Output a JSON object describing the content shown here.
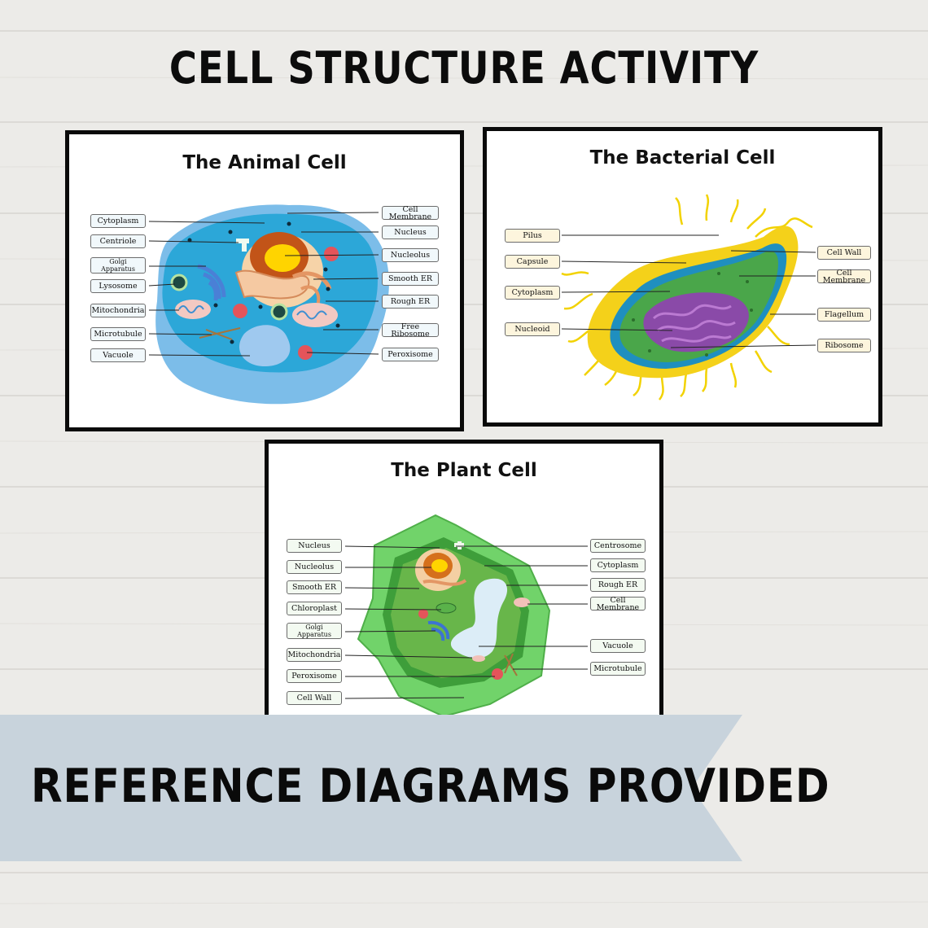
{
  "page": {
    "title": "CELL STRUCTURE ACTIVITY",
    "banner": "REFERENCE DIAGRAMS PROVIDED",
    "colors": {
      "background": "#ecebe8",
      "banner": "#c8d3dc",
      "frame": "#0a0a0a"
    }
  },
  "animal": {
    "title": "The Animal Cell",
    "left_labels": [
      "Cytoplasm",
      "Centriole",
      "Golgi\nApparatus",
      "Lysosome",
      "Mitochondria",
      "Microtubule",
      "Vacuole"
    ],
    "right_labels": [
      "Cell Membrane",
      "Nucleus",
      "Nucleolus",
      "Smooth ER",
      "Rough ER",
      "Free Ribosome",
      "Peroxisome"
    ]
  },
  "bacterial": {
    "title": "The Bacterial Cell",
    "left_labels": [
      "Pilus",
      "Capsule",
      "Cytoplasm",
      "Nucleoid"
    ],
    "right_labels": [
      "Cell Wall",
      "Cell Membrane",
      "Flagellum",
      "Ribosome"
    ]
  },
  "plant": {
    "title": "The Plant Cell",
    "left_labels": [
      "Nucleus",
      "Nucleolus",
      "Smooth ER",
      "Chloroplast",
      "Golgi\nApparatus",
      "Mitochondria",
      "Peroxisome",
      "Cell Wall"
    ],
    "right_labels": [
      "Centrosome",
      "Cytoplasm",
      "Rough ER",
      "Cell Membrane",
      "Vacuole",
      "Microtubule"
    ]
  }
}
